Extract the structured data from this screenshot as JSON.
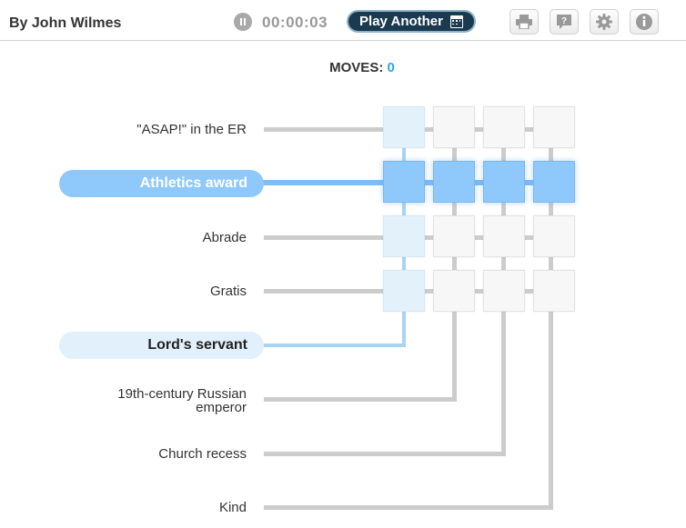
{
  "header": {
    "author": "By John Wilmes",
    "timer": "00:00:03",
    "play_another": "Play Another",
    "icons": [
      "pause-icon",
      "calendar-icon",
      "print-icon",
      "help-icon",
      "gear-icon",
      "info-icon"
    ]
  },
  "moves": {
    "label": "MOVES:",
    "count": "0"
  },
  "clues": {
    "across": [
      "\"ASAP!\" in the ER",
      "Athletics award",
      "Abrade",
      "Gratis"
    ],
    "down": [
      "Lord's servant",
      "19th-century Russian emperor",
      "Church recess",
      "Kind"
    ]
  },
  "grid": {
    "rows": 4,
    "cols": 4,
    "letters": [
      [
        "",
        "",
        "",
        ""
      ],
      [
        "",
        "",
        "",
        ""
      ],
      [
        "",
        "",
        "",
        ""
      ],
      [
        "",
        "",
        "",
        ""
      ]
    ],
    "active_across_row": 2,
    "highlighted_down_col": 1
  },
  "colors": {
    "active": "#8fc9fb",
    "tint": "#e3f1fb",
    "moves_count": "#2aa6e6",
    "button_bg": "#1b3a50"
  }
}
